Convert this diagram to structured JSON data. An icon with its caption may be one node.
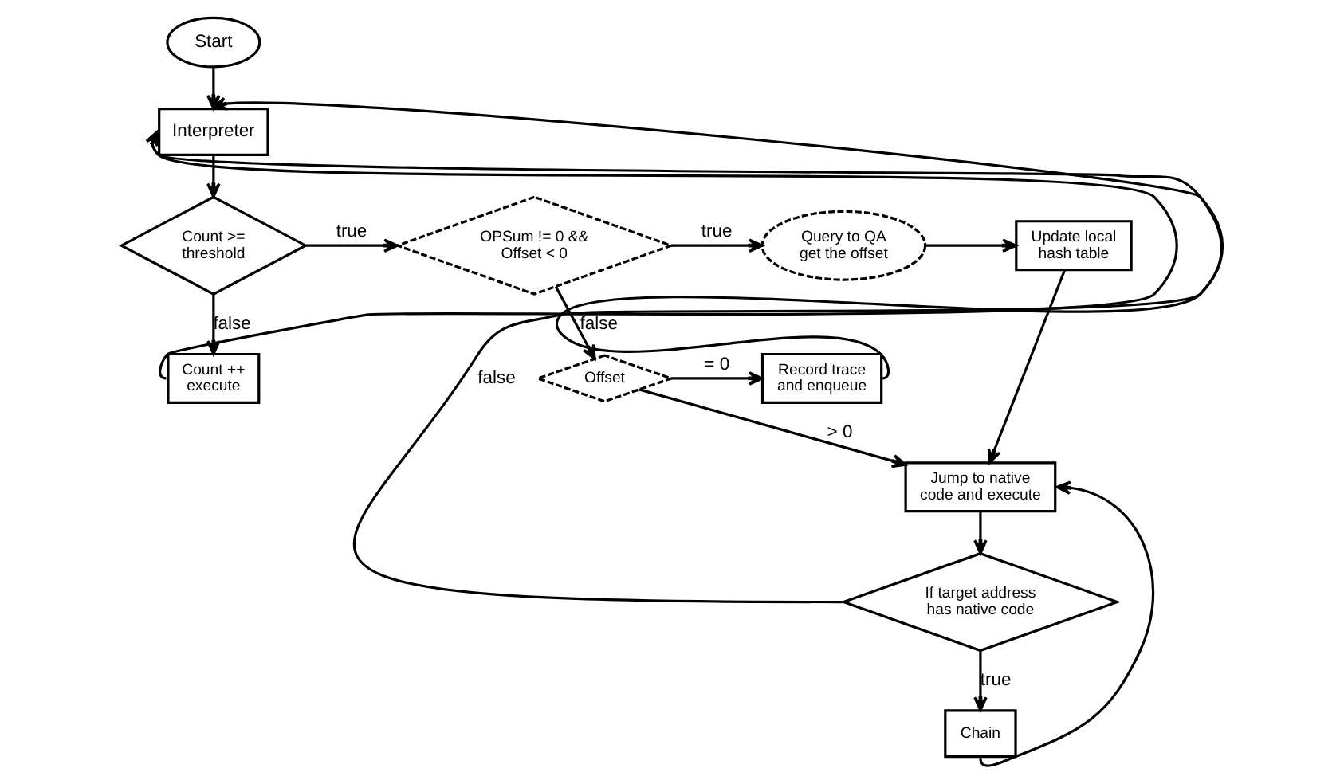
{
  "diagram": {
    "nodes": [
      {
        "text": [
          "Start"
        ]
      },
      {
        "text": [
          "Interpreter"
        ]
      },
      {
        "text": [
          "Count >= threshold"
        ]
      },
      {
        "text": [
          "OPSum != 0 && Offset < 0"
        ]
      },
      {
        "text": [
          "Query to QA get the offset"
        ]
      },
      {
        "text": [
          "Update local hash table"
        ]
      },
      {
        "text": [
          "Count ++ execute"
        ]
      },
      {
        "text": [
          "Offset"
        ]
      },
      {
        "text": [
          "Record trace and enqueue"
        ]
      },
      {
        "text": [
          "Jump to native code and execute"
        ]
      },
      {
        "text": [
          "If target address has native code"
        ]
      },
      {
        "text": [
          "Chain"
        ]
      }
    ],
    "edges": [
      {
        "from": 0,
        "to": 1,
        "arrow": "to"
      },
      {
        "from": 1,
        "to": 2,
        "arrow": "to"
      },
      {
        "from": 2,
        "to": 3,
        "arrow": "to",
        "label": "true"
      },
      {
        "from": 3,
        "to": 4,
        "arrow": "to",
        "label": "true"
      },
      {
        "from": 4,
        "to": 5,
        "arrow": "to"
      },
      {
        "from": 2,
        "to": 6,
        "arrow": "to",
        "label": "false"
      },
      {
        "from": 6,
        "to": 1,
        "arrow": "to"
      },
      {
        "from": 3,
        "to": 7,
        "arrow": "to",
        "label": "false"
      },
      {
        "from": 7,
        "to": 8,
        "arrow": "to",
        "label": "= 0"
      },
      {
        "from": 7,
        "to": 9,
        "arrow": "to",
        "label": "> 0"
      },
      {
        "from": 8,
        "to": 1,
        "arrow": "to"
      },
      {
        "from": 5,
        "to": 9,
        "arrow": "to"
      },
      {
        "from": 9,
        "to": 10,
        "arrow": "to"
      },
      {
        "from": 10,
        "to": 1,
        "arrow": "to",
        "label": "false"
      },
      {
        "from": 10,
        "to": 11,
        "arrow": "to",
        "label": "true"
      },
      {
        "from": 11,
        "to": 9,
        "arrow": "to"
      }
    ]
  }
}
